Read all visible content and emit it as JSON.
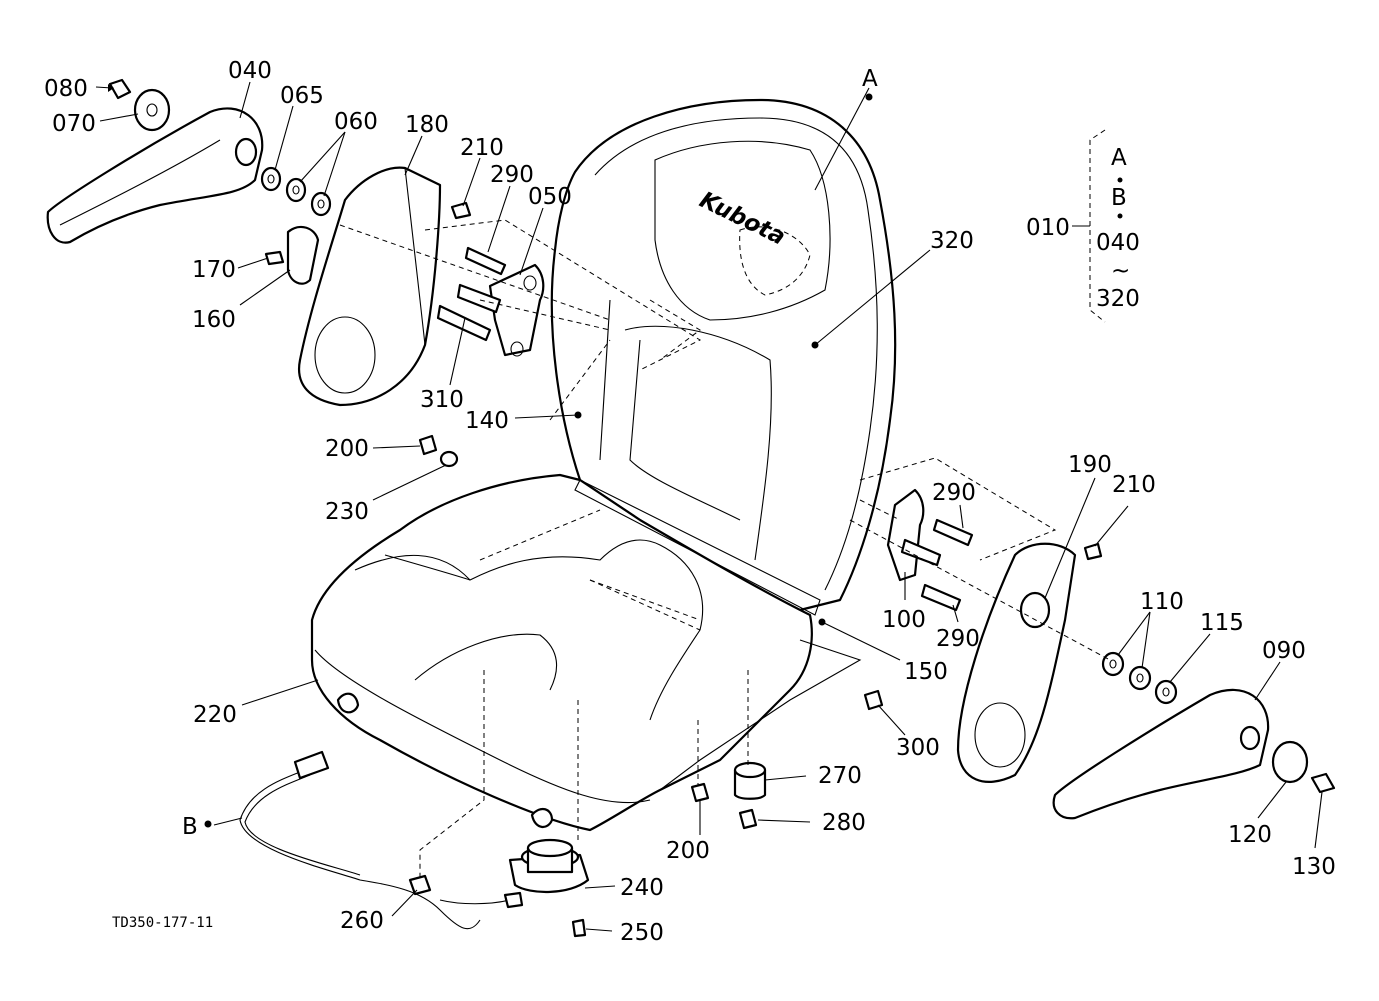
{
  "diagram": {
    "drawing_number": "TD350-177-11",
    "brand_mark": "Kubota",
    "assembly_bracket": {
      "part": "010",
      "contents": [
        "A",
        "B",
        "040",
        "~",
        "320"
      ]
    },
    "labels": {
      "p080": "080",
      "p070": "070",
      "p040": "040",
      "p065": "065",
      "p060": "060",
      "p180": "180",
      "p210a": "210",
      "p290a": "290",
      "p050": "050",
      "pA": "A",
      "p320": "320",
      "p170": "170",
      "p160": "160",
      "p310": "310",
      "p140": "140",
      "p200a": "200",
      "p230": "230",
      "p190": "190",
      "p210b": "210",
      "p290b": "290",
      "p100": "100",
      "p290c": "290",
      "p110": "110",
      "p115": "115",
      "p090": "090",
      "p150": "150",
      "p220": "220",
      "p300": "300",
      "p270": "270",
      "p280": "280",
      "p200b": "200",
      "p120": "120",
      "p130": "130",
      "pB": "B",
      "p240": "240",
      "p260": "260",
      "p250": "250"
    }
  }
}
